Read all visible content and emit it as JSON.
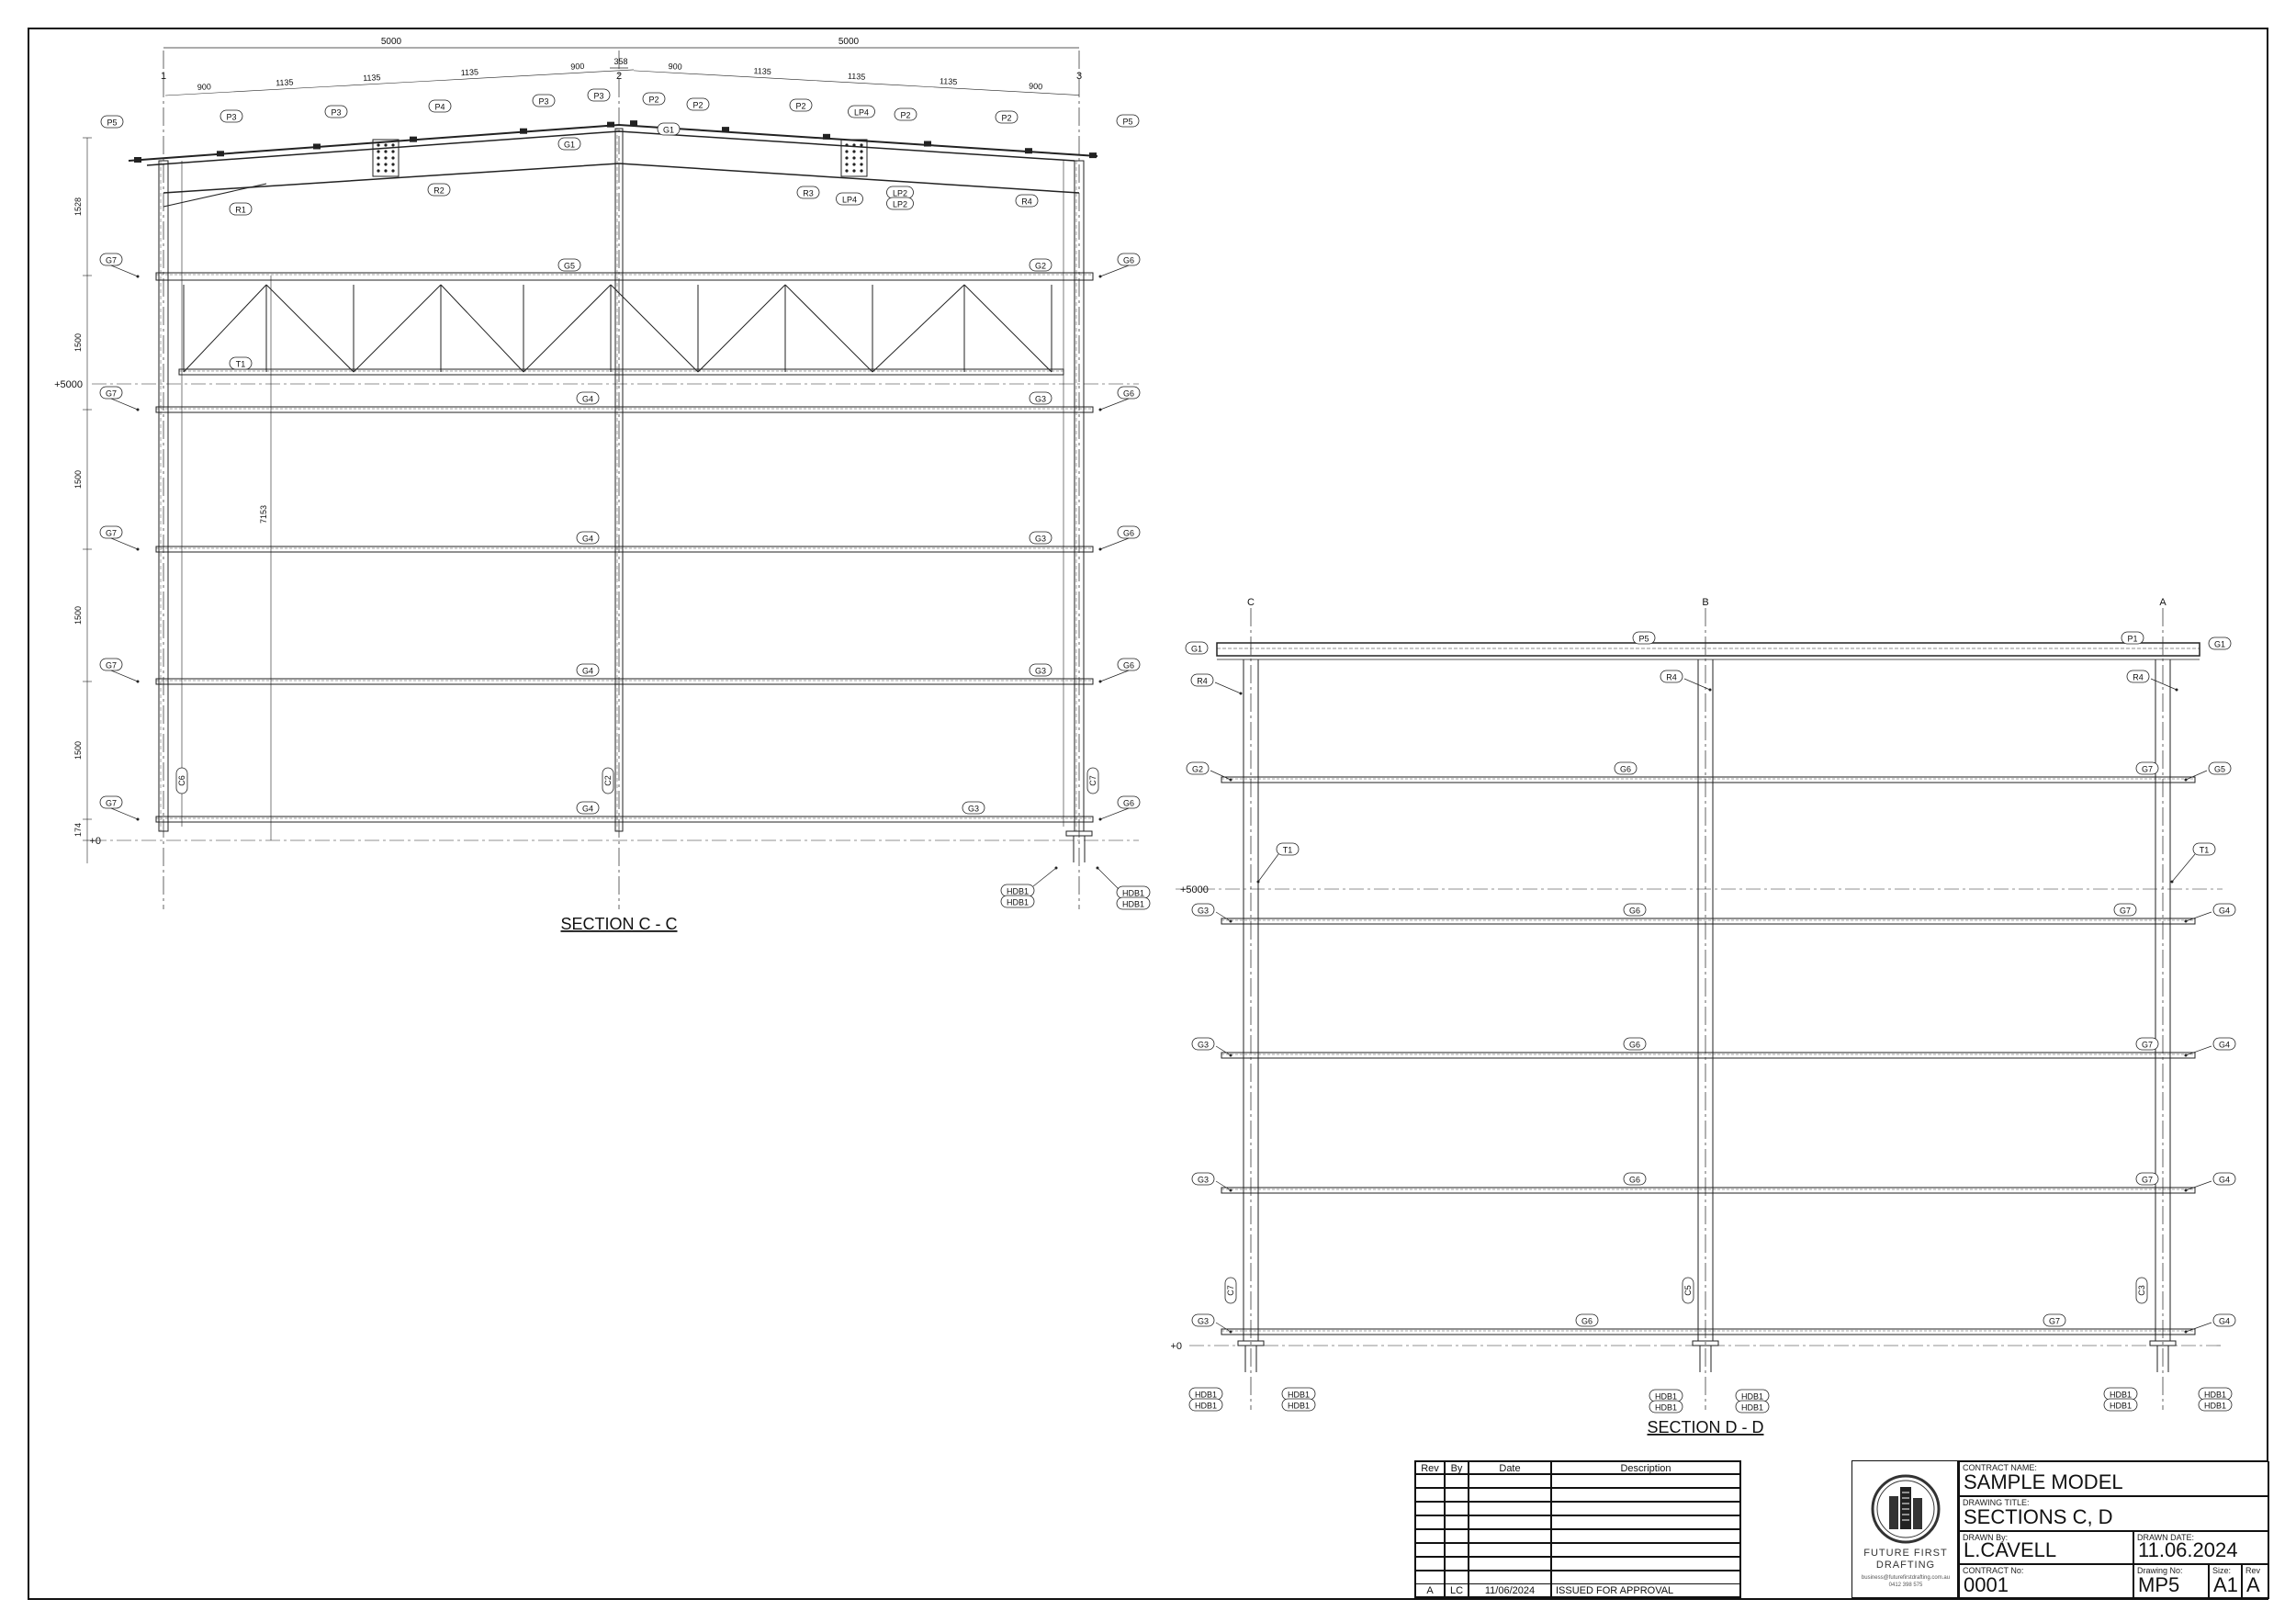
{
  "drawing": {
    "section_cc": {
      "title": "SECTION C - C",
      "grid_lines": [
        "1",
        "2",
        "3"
      ],
      "top_dims": [
        "5000",
        "5000"
      ],
      "dim_358": "358",
      "purlin_dims": [
        "900",
        "1135",
        "1135",
        "1135",
        "900",
        "900",
        "1135",
        "1135",
        "1135",
        "900"
      ],
      "height_dims": [
        "1528",
        "1500",
        "1500",
        "1500",
        "1500",
        "174"
      ],
      "overall_height": "7153",
      "levels": [
        "+5000",
        "+0"
      ],
      "roof_tags": [
        "P5",
        "P3",
        "P3",
        "P4",
        "P3",
        "P3",
        "P2",
        "P2",
        "P2",
        "LP4",
        "P2",
        "P2",
        "P5"
      ],
      "rafter_tags": [
        "G1",
        "G1",
        "R1",
        "R2",
        "R3",
        "LP4",
        "LP2",
        "LP2",
        "R4"
      ],
      "girt_tags": {
        "left": [
          "G7",
          "G7",
          "G7",
          "G7",
          "G7"
        ],
        "right": [
          "G6",
          "G6",
          "G6",
          "G6",
          "G6"
        ],
        "mid_left": [
          "G5",
          "G4",
          "G4",
          "G4",
          "G4"
        ],
        "mid_right": [
          "G2",
          "G3",
          "G3",
          "G3",
          "G3"
        ]
      },
      "truss_tag": "T1",
      "column_tags": [
        "C6",
        "C2",
        "C7"
      ],
      "base_tags": [
        "HDB1",
        "HDB1",
        "HDB1",
        "HDB1"
      ]
    },
    "section_dd": {
      "title": "SECTION D - D",
      "grid_lines": [
        "C",
        "B",
        "A"
      ],
      "levels": [
        "+5000",
        "+0"
      ],
      "top_tags": [
        "P5",
        "P1"
      ],
      "eave_left": "G1",
      "eave_right": "G1",
      "r_tags": [
        "R4",
        "R4",
        "R4"
      ],
      "level1": [
        "G2",
        "G6",
        "G7",
        "G5"
      ],
      "t_tags": [
        "T1",
        "T1"
      ],
      "level2": [
        "G3",
        "G6",
        "G7",
        "G4"
      ],
      "level3": [
        "G3",
        "G6",
        "G7",
        "G4"
      ],
      "level4": [
        "G3",
        "G6",
        "G7",
        "G4"
      ],
      "level5": [
        "G3",
        "G6",
        "G7",
        "G4"
      ],
      "column_tags": [
        "C7",
        "C5",
        "C3"
      ],
      "base_tags": [
        "HDB1",
        "HDB1",
        "HDB1",
        "HDB1",
        "HDB1",
        "HDB1",
        "HDB1",
        "HDB1",
        "HDB1",
        "HDB1",
        "HDB1",
        "HDB1"
      ]
    }
  },
  "revision_table": {
    "headers": [
      "Rev",
      "By",
      "Date",
      "Description"
    ],
    "rows": [
      {
        "rev": "A",
        "by": "LC",
        "date": "11/06/2024",
        "description": "ISSUED FOR APPROVAL"
      }
    ]
  },
  "logo": {
    "name_line1": "FUTURE FIRST",
    "name_line2": "DRAFTING",
    "contact_line1": "business@futurefirstdrafting.com.au",
    "contact_line2": "0412 398 575"
  },
  "title_block": {
    "contract_name_label": "CONTRACT NAME:",
    "contract_name": "SAMPLE MODEL",
    "drawing_title_label": "DRAWING TITLE:",
    "drawing_title": "SECTIONS C, D",
    "drawn_by_label": "DRAWN By:",
    "drawn_by": "L.CAVELL",
    "drawn_date_label": "DRAWN DATE:",
    "drawn_date": "11.06.2024",
    "contract_no_label": "CONTRACT No:",
    "contract_no": "0001",
    "drawing_no_label": "Drawing No:",
    "drawing_no": "MP5",
    "size_label": "Size:",
    "size": "A1",
    "rev_label": "Rev",
    "rev": "A"
  }
}
